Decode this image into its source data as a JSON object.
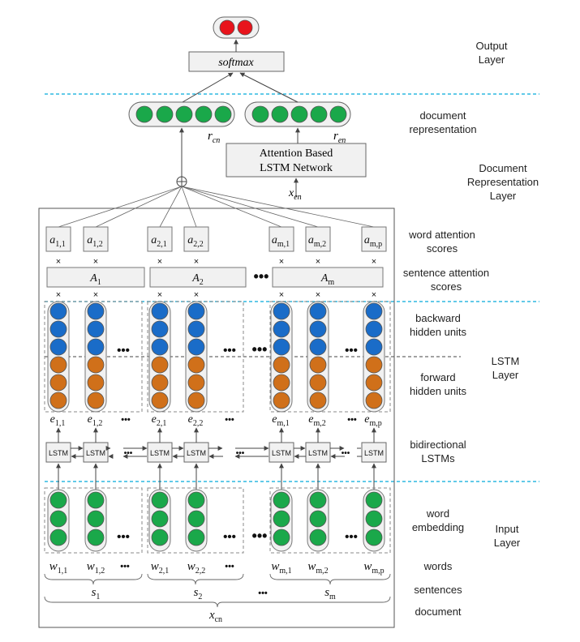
{
  "output": {
    "softmax_label": "softmax",
    "layer_title": [
      "Output",
      "Layer"
    ]
  },
  "document_layer": {
    "representation_label": [
      "document",
      "representation"
    ],
    "rcn_label": {
      "main": "r",
      "sub": "cn"
    },
    "ren_label": {
      "main": "r",
      "sub": "en"
    },
    "attention_box": [
      "Attention Based",
      "LSTM Network"
    ],
    "xen_label": {
      "main": "x",
      "sub": "en"
    },
    "layer_title": [
      "Document",
      "Representation",
      "Layer"
    ]
  },
  "attention": {
    "word_scores": [
      {
        "main": "a",
        "sub": "1,1"
      },
      {
        "main": "a",
        "sub": "1,2"
      },
      {
        "main": "a",
        "sub": "2,1"
      },
      {
        "main": "a",
        "sub": "2,2"
      },
      {
        "main": "a",
        "sub": "m,1"
      },
      {
        "main": "a",
        "sub": "m,2"
      },
      {
        "main": "a",
        "sub": "m,p"
      }
    ],
    "sentence_scores": [
      {
        "main": "A",
        "sub": "1"
      },
      {
        "main": "A",
        "sub": "2"
      },
      {
        "main": "A",
        "sub": "m"
      }
    ],
    "word_attention_label": [
      "word attention",
      "scores"
    ],
    "sentence_attention_label": [
      "sentence attention",
      "scores"
    ],
    "times": "×",
    "ellipsis": "•••"
  },
  "lstm_layer": {
    "backward_label": [
      "backward",
      "hidden units"
    ],
    "forward_label": [
      "forward",
      "hidden units"
    ],
    "layer_title": [
      "LSTM",
      "Layer"
    ],
    "cell_label": "LSTM",
    "bidirectional_label": [
      "bidirectional",
      "LSTMs"
    ],
    "e_labels": [
      {
        "main": "e",
        "sub": "1,1"
      },
      {
        "main": "e",
        "sub": "1,2"
      },
      {
        "main": "e",
        "sub": "2,1"
      },
      {
        "main": "e",
        "sub": "2,2"
      },
      {
        "main": "e",
        "sub": "m,1"
      },
      {
        "main": "e",
        "sub": "m,2"
      },
      {
        "main": "e",
        "sub": "m,p"
      }
    ]
  },
  "input_layer": {
    "embedding_label": [
      "word",
      "embedding"
    ],
    "layer_title": [
      "Input",
      "Layer"
    ],
    "words": [
      {
        "main": "w",
        "sub": "1,1"
      },
      {
        "main": "w",
        "sub": "1,2"
      },
      {
        "main": "w",
        "sub": "2,1"
      },
      {
        "main": "w",
        "sub": "2,2"
      },
      {
        "main": "w",
        "sub": "m,1"
      },
      {
        "main": "w",
        "sub": "m,2"
      },
      {
        "main": "w",
        "sub": "m,p"
      }
    ],
    "sentences": [
      {
        "main": "s",
        "sub": "1"
      },
      {
        "main": "s",
        "sub": "2"
      },
      {
        "main": "s",
        "sub": "m"
      }
    ],
    "words_label": "words",
    "sentences_label": "sentences",
    "document_label": "document",
    "xcn_label": {
      "main": "x",
      "sub": "cn"
    }
  },
  "colors": {
    "output_node": "#e8141c",
    "green_node": "#1aa84a",
    "blue_node": "#1a6cc8",
    "orange_node": "#d0701a",
    "separator": "#2fb8e0",
    "box_fill": "#f1f1f1",
    "stroke": "#555555"
  }
}
